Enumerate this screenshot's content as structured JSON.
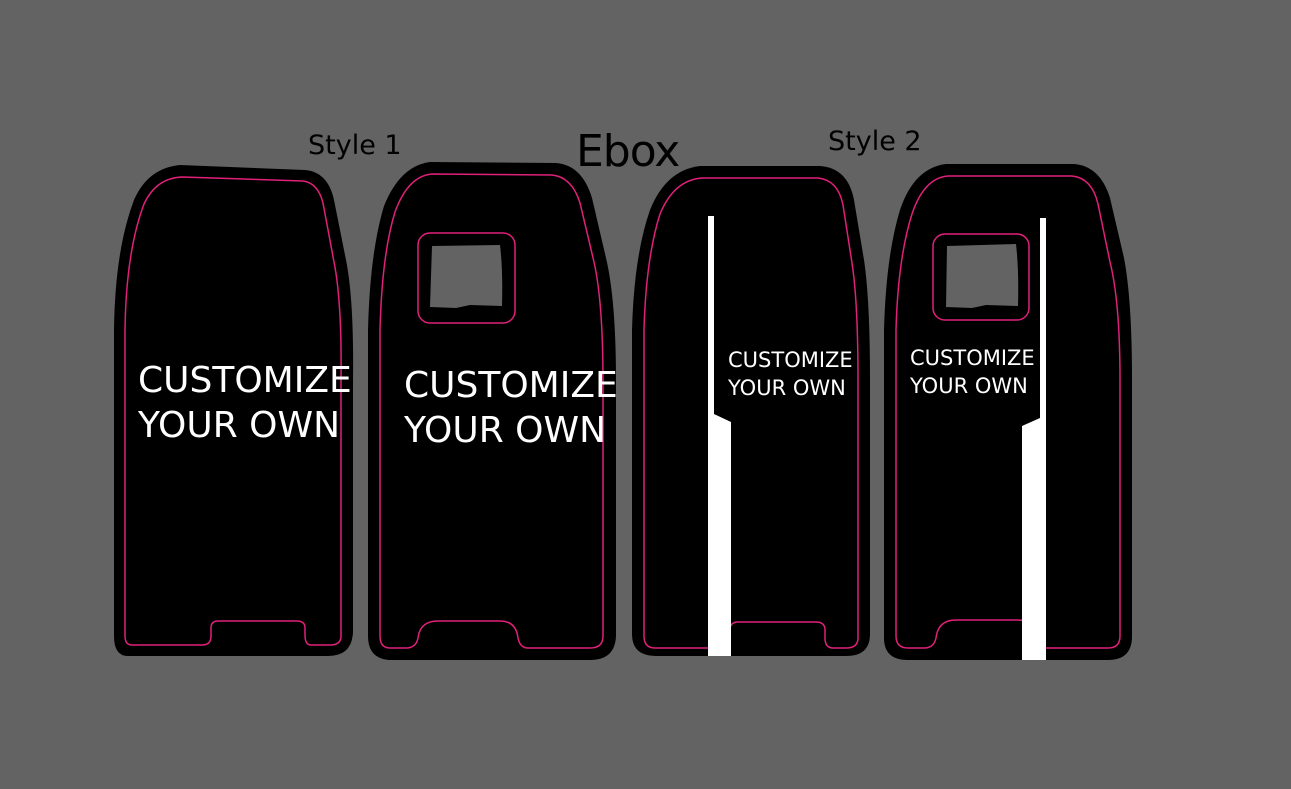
{
  "header": {
    "style1_label": "Style 1",
    "title": "Ebox",
    "style2_label": "Style 2"
  },
  "boards": [
    {
      "line1": "CUSTOMIZE",
      "line2": "YOUR OWN"
    },
    {
      "line1": "CUSTOMIZE",
      "line2": "YOUR OWN"
    },
    {
      "line1": "CUSTOMIZE",
      "line2": "YOUR OWN"
    },
    {
      "line1": "CUSTOMIZE",
      "line2": "YOUR OWN"
    }
  ],
  "colors": {
    "background": "#636363",
    "board": "#000000",
    "outline": "#e0207a",
    "text": "#ffffff",
    "stripe": "#ffffff"
  }
}
